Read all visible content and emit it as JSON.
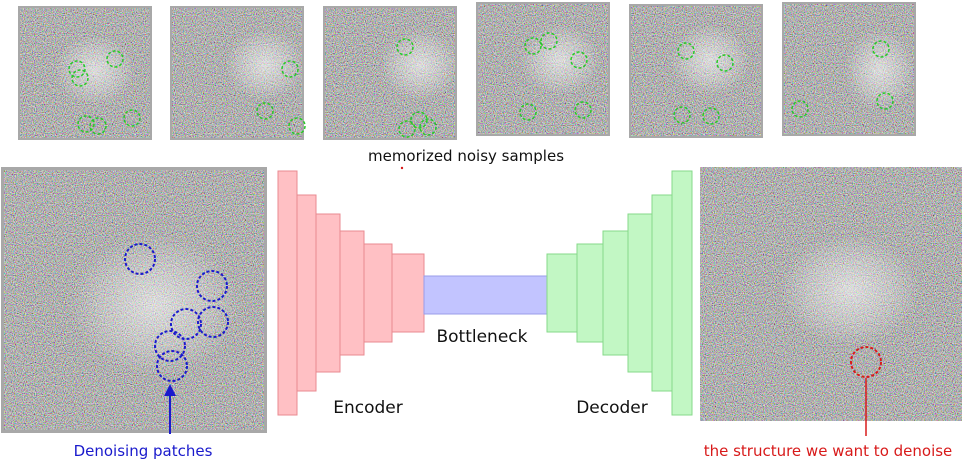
{
  "labels": {
    "memorized": "memorized noisy samples",
    "bottleneck": "Bottleneck",
    "encoder": "Encoder",
    "decoder": "Decoder",
    "denoising_patches": "Denoising patches",
    "structure": "the structure we want to denoise"
  },
  "colors": {
    "encoder_fill": "#ffc0c4",
    "encoder_stroke": "#e88a90",
    "bottleneck_fill": "#c2c4ff",
    "bottleneck_stroke": "#9a9ce8",
    "decoder_fill": "#c2f7c4",
    "decoder_stroke": "#86d88a",
    "patch_green": "#28c828",
    "patch_blue": "#1a1acc",
    "patch_red": "#d81a1a",
    "frame_gray": "#a8a8a8"
  }
}
